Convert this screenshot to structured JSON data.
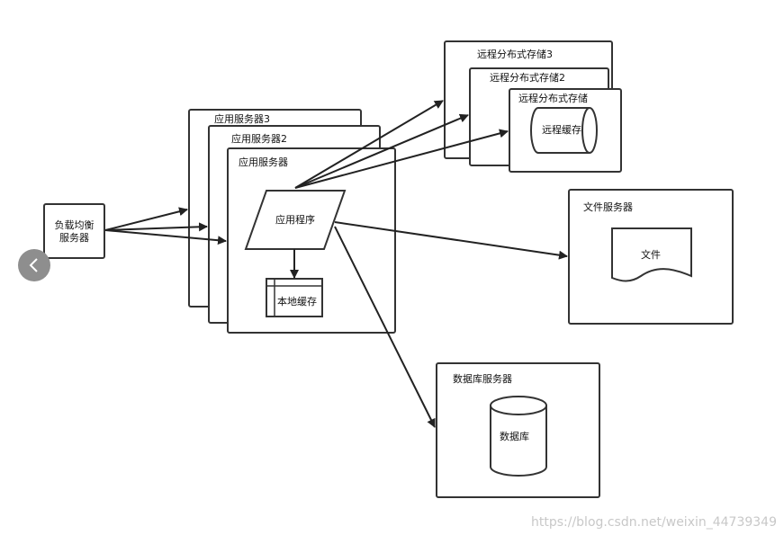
{
  "nodes": {
    "load_balancer": "负载均衡\n服务器",
    "app_server_3": "应用服务器3",
    "app_server_2": "应用服务器2",
    "app_server": "应用服务器",
    "app_program": "应用程序",
    "local_cache": "本地缓存",
    "remote_storage_3": "远程分布式存储3",
    "remote_storage_2": "远程分布式存储2",
    "remote_storage": "远程分布式存储",
    "remote_cache": "远程缓存",
    "file_server": "文件服务器",
    "file": "文件",
    "db_server": "数据库服务器",
    "database": "数据库"
  },
  "watermark": "https://blog.csdn.net/weixin_44739349",
  "colors": {
    "stroke": "#333333",
    "nav_button": "#8e8e8e",
    "watermark": "#c8c8c8"
  },
  "icons": {
    "back": "chevron-left-icon"
  }
}
